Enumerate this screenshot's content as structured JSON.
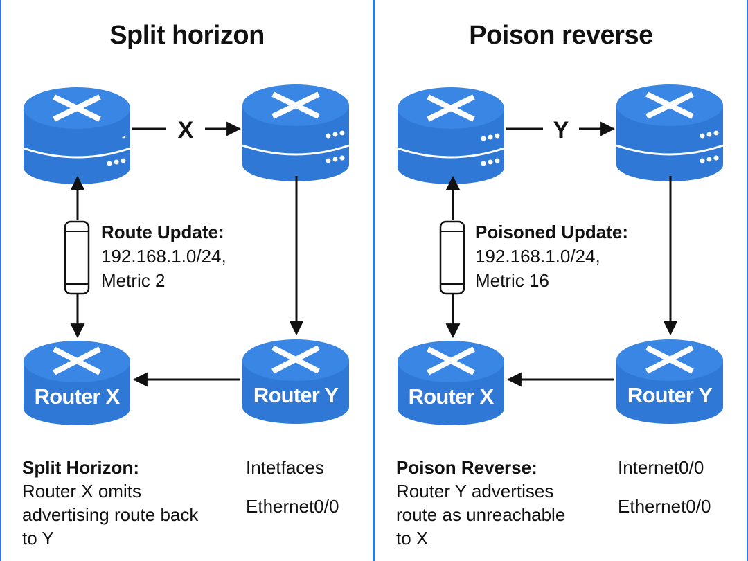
{
  "panels": [
    {
      "title": "Split horizon",
      "link_label": "X",
      "top_left_router": "router-icon",
      "top_right_router": "router-icon",
      "bottom_left_router": "Router X",
      "bottom_right_router": "Router Y",
      "update": {
        "heading": "Route Update:",
        "line1": "192.168.1.0/24,",
        "line2": "Metric 2"
      },
      "note": {
        "heading": "Split Horizon:",
        "line1": "Router X omits",
        "line2": "advertising route back",
        "line3": "to Y"
      },
      "interfaces": {
        "line1": "Intetfaces",
        "line2": "Ethernet0/0"
      }
    },
    {
      "title": "Poison reverse",
      "link_label": "Y",
      "top_left_router": "router-icon",
      "top_right_router": "router-icon",
      "bottom_left_router": "Router X",
      "bottom_right_router": "Router Y",
      "update": {
        "heading": "Poisoned Update:",
        "line1": "192.168.1.0/24,",
        "line2": "Metric 16"
      },
      "note": {
        "heading": "Poison Reverse:",
        "line1": "Router Y advertises",
        "line2": "route as unreachable",
        "line3": "to X"
      },
      "interfaces": {
        "line1": "Internet0/0",
        "line2": "Ethernet0/0"
      }
    }
  ],
  "colors": {
    "router_blue": "#2f78d6",
    "router_dark": "#2366c2",
    "border": "#2f78d6"
  }
}
